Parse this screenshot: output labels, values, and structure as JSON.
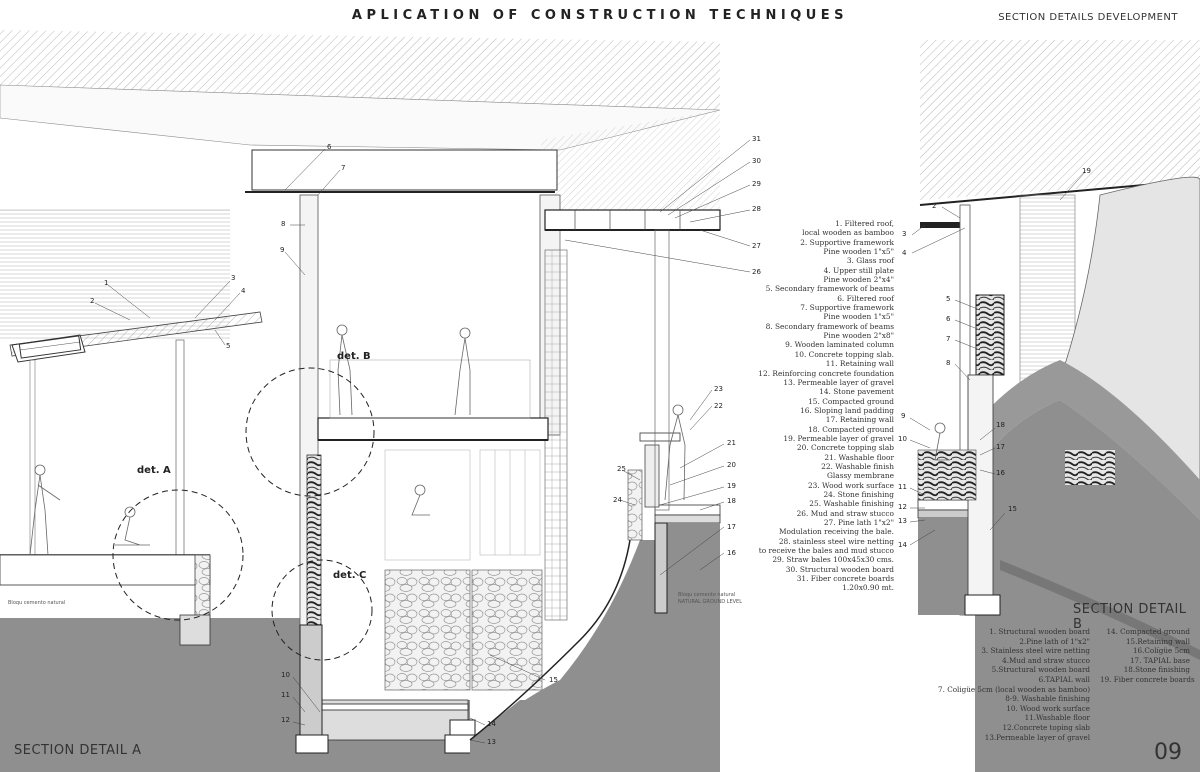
{
  "header": {
    "title": "APLICATION OF CONSTRUCTION TECHNIQUES",
    "subtitle": "SECTION DETAILS DEVELOPMENT"
  },
  "page_number": "09",
  "section_a": {
    "label": "SECTION DETAIL  A",
    "detail_callouts": [
      "det. A",
      "det. B",
      "det. C"
    ],
    "small_texts": [
      "Bloqu cemento natural",
      "Bloqu cemento natural",
      "NATURAL GROUND LEVEL"
    ],
    "numbers": [
      "1",
      "2",
      "3",
      "4",
      "5",
      "6",
      "7",
      "8",
      "9",
      "10",
      "11",
      "12",
      "13",
      "14",
      "15",
      "16",
      "17",
      "18",
      "19",
      "20",
      "21",
      "22",
      "23",
      "24",
      "25",
      "26",
      "27",
      "28",
      "29",
      "30",
      "31"
    ],
    "legend": [
      "1. Filtered roof,",
      "local wooden as bamboo",
      "2. Supportive framework",
      "Pine wooden 1\"x5\"",
      "3. Glass roof",
      "4. Upper still plate",
      "Pine wooden 2\"x4\"",
      "5. Secondary framework of beams",
      "6. Filtered roof",
      "7. Supportive framework",
      "Pine wooden 1\"x5\"",
      "8. Secondary framework of beams",
      "Pine wooden 2\"x8\"",
      "9. Wooden laminated column",
      "10. Concrete topping slab.",
      "11. Retaining wall",
      "12. Reinforcing concrete foundation",
      "13. Permeable layer of gravel",
      "14. Stone pavement",
      "15. Compacted ground",
      "16. Sloping land padding",
      "17. Retaining wall",
      "18. Compacted ground",
      "19. Permeable layer of gravel",
      "20. Concrete topping slab",
      "21. Washable floor",
      "22. Washable finish",
      "Glassy membrane",
      "23. Wood work surface",
      "24. Stone finishing",
      "25. Washable finishing",
      "26. Mud and straw stucco",
      "27. Pine lath 1\"x2\"",
      "Modulation receiving the bale.",
      "28. stainless steel wire netting",
      "to receive the bales and mud stucco",
      "29. Straw bales 100x45x30 cms.",
      "30. Structural wooden board",
      "31. Fiber concrete boards",
      "1.20x0.90 mt."
    ]
  },
  "section_b": {
    "label": "SECTION DETAIL  B",
    "numbers": [
      "2",
      "3",
      "4",
      "5",
      "6",
      "7",
      "8",
      "9",
      "10",
      "11",
      "12",
      "13",
      "14",
      "15",
      "16",
      "17",
      "18",
      "19"
    ],
    "legend_col1": [
      "1. Structural wooden board",
      "2.Pine lath of 1\"x2\"",
      "3. Stainless steel wire netting",
      "4.Mud and straw stucco",
      "5.Structural wooden board",
      "6.TAPIAL wall",
      "7. Coligüe 5cm (local wooden as bamboo)",
      "8-9. Washable finishing",
      "10. Wood work surface",
      "11.Washable floor",
      "12.Concrete toping slab",
      "13.Permeable layer of gravel"
    ],
    "legend_col2": [
      "14. Compacted ground",
      "15.Retaining wall",
      "16.Colígüe 5cm",
      "17. TAPIAL base",
      "18.Stone finishing",
      "19. Fiber concrete boards"
    ]
  }
}
